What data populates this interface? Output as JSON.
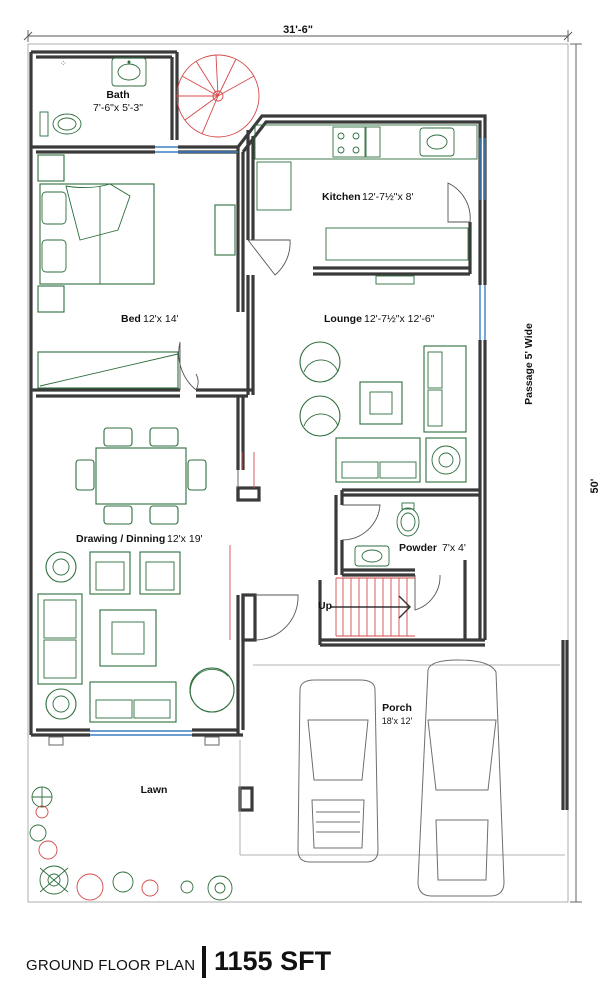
{
  "dimensions": {
    "width_label": "31'-6\"",
    "depth_label": "50'"
  },
  "rooms": {
    "bath": {
      "name": "Bath",
      "size": "7'-6\"x 5'-3\""
    },
    "kitchen": {
      "name": "Kitchen",
      "size": "12'-7½\"x 8'"
    },
    "bed": {
      "name": "Bed",
      "size": "12'x 14'"
    },
    "lounge": {
      "name": "Lounge",
      "size": "12'-7½\"x 12'-6\""
    },
    "drawing": {
      "name": "Drawing / Dinning",
      "size": "12'x 19'"
    },
    "powder": {
      "name": "Powder",
      "size": "7'x 4'"
    },
    "porch": {
      "name": "Porch",
      "size": "18'x 12'"
    },
    "lawn": {
      "name": "Lawn"
    },
    "passage": {
      "name": "Passage 5' Wide"
    }
  },
  "stair_label": "Up",
  "footer": {
    "title": "GROUND FLOOR PLAN",
    "area": "1155 SFT"
  },
  "colors": {
    "walls": "#3a3a3a",
    "furniture": "#2d6e3c",
    "stair": "#d54a4a",
    "windows": "#3b7fc4"
  }
}
